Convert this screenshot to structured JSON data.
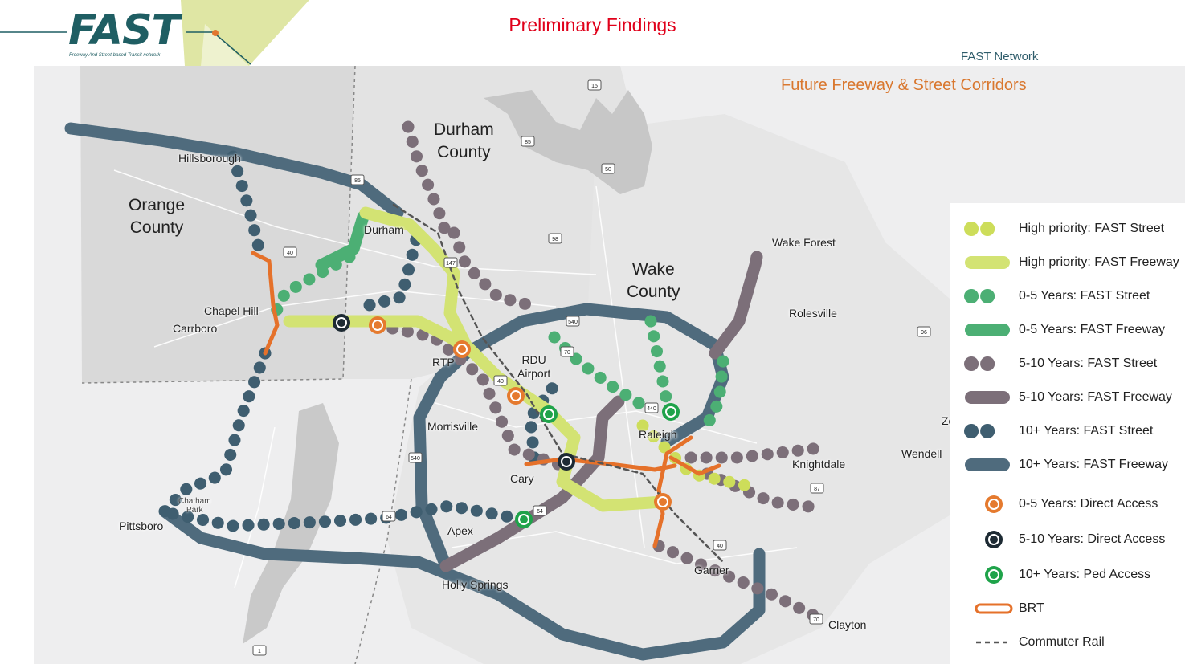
{
  "header": {
    "logo_text": "FAST",
    "logo_tagline": "Freeway And Street-based Transit network",
    "page_heading": "Preliminary Findings",
    "network_label": "FAST Network"
  },
  "map": {
    "subtitle": "Future Freeway & Street Corridors",
    "counties": {
      "durham_line1": "Durham",
      "durham_line2": "County",
      "orange_line1": "Orange",
      "orange_line2": "County",
      "wake_line1": "Wake",
      "wake_line2": "County"
    },
    "places": {
      "hillsborough": "Hillsborough",
      "durham": "Durham",
      "chapel_hill": "Chapel Hill",
      "carrboro": "Carrboro",
      "rtp": "RTP",
      "rdu_line1": "RDU",
      "rdu_line2": "Airport",
      "morrisville": "Morrisville",
      "cary": "Cary",
      "raleigh": "Raleigh",
      "wake_forest": "Wake Forest",
      "rolesville": "Rolesville",
      "knightdale": "Knightdale",
      "wendell": "Wendell",
      "zebulon": "Zebulon",
      "apex": "Apex",
      "holly_springs": "Holly Springs",
      "garner": "Garner",
      "clayton": "Clayton",
      "pittsboro": "Pittsboro",
      "chatham_line1": "Chatham",
      "chatham_line2": "Park"
    },
    "route_shields": {
      "i15": "15",
      "i85a": "85",
      "i85b": "85",
      "us50": "50",
      "i40": "40",
      "nc98": "98",
      "nc147": "147",
      "i540a": "540",
      "i40b": "40",
      "us70": "70",
      "i440": "440",
      "nc96": "96",
      "nc540": "540",
      "us64a": "64",
      "us64b": "64",
      "i87": "87",
      "i40c": "40",
      "us70b": "70",
      "us1": "1"
    }
  },
  "legend": {
    "items": [
      {
        "label": "High priority: FAST Street",
        "color": "#cddd5a"
      },
      {
        "label": "High priority:  FAST Freeway",
        "color": "#d3e373"
      },
      {
        "label": "0-5 Years: FAST Street",
        "color": "#4caf74"
      },
      {
        "label": "0-5 Years: FAST Freeway",
        "color": "#4caf74"
      },
      {
        "label": "5-10 Years: FAST Street",
        "color": "#7c6f79"
      },
      {
        "label": "5-10 Years: FAST Freeway",
        "color": "#7c6f79"
      },
      {
        "label": "10+ Years:  FAST Street",
        "color": "#3f5e70"
      },
      {
        "label": "10+ Years: FAST Freeway",
        "color": "#4f6b7d"
      },
      {
        "label": "0-5 Years:  Direct Access",
        "color": "#e57a2e"
      },
      {
        "label": "5-10 Years:  Direct Access",
        "color": "#1d2a33"
      },
      {
        "label": "10+ Years: Ped Access",
        "color": "#1fa34a"
      },
      {
        "label": "BRT",
        "color": "#e5712a"
      },
      {
        "label": "Commuter Rail",
        "color": "#555555"
      }
    ]
  }
}
